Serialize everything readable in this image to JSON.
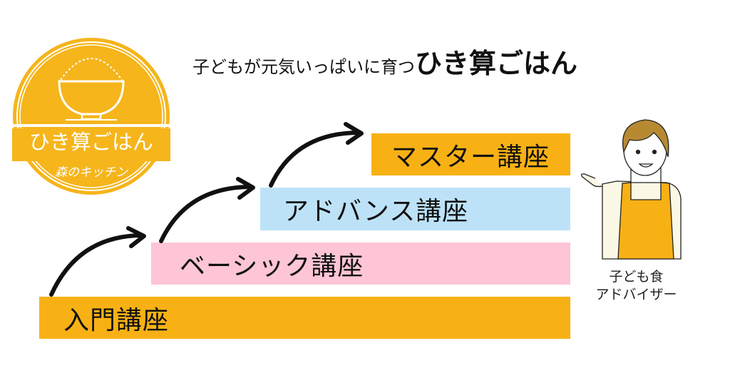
{
  "title": {
    "prefix": "子どもが元気いっぱいに育つ",
    "brand": "ひき算ごはん"
  },
  "logo": {
    "name": "ひき算ごはん",
    "sub": "森のキッチン"
  },
  "steps": [
    {
      "label": "入門講座",
      "color": "#F8B114"
    },
    {
      "label": "ベーシック講座",
      "color": "#FDC5D5"
    },
    {
      "label": "アドバンス講座",
      "color": "#BDE2F8"
    },
    {
      "label": "マスター講座",
      "color": "#F8B114"
    }
  ],
  "advisor": {
    "line1": "子ども食",
    "line2": "アドバイザー"
  }
}
